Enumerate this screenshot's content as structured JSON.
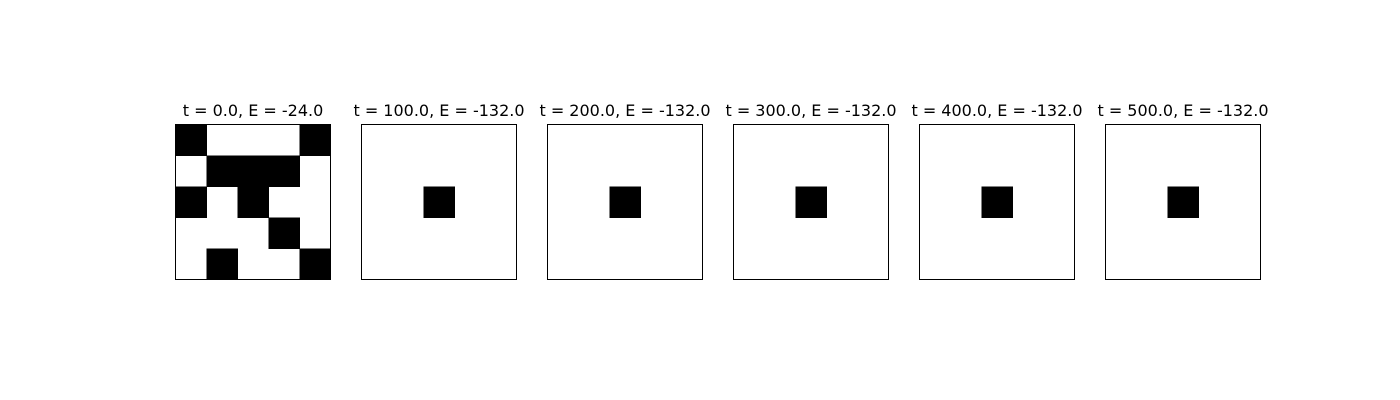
{
  "chart_data": [
    {
      "type": "heatmap",
      "title": "t = 0.0, E = -24.0",
      "colors": {
        "on": "#000000",
        "off": "#ffffff"
      },
      "grid": [
        [
          1,
          0,
          0,
          0,
          1
        ],
        [
          0,
          1,
          1,
          1,
          0
        ],
        [
          1,
          0,
          1,
          0,
          0
        ],
        [
          0,
          0,
          0,
          1,
          0
        ],
        [
          0,
          1,
          0,
          0,
          1
        ]
      ]
    },
    {
      "type": "heatmap",
      "title": "t = 100.0, E = -132.0",
      "colors": {
        "on": "#000000",
        "off": "#ffffff"
      },
      "grid": [
        [
          0,
          0,
          0,
          0,
          0
        ],
        [
          0,
          0,
          0,
          0,
          0
        ],
        [
          0,
          0,
          1,
          0,
          0
        ],
        [
          0,
          0,
          0,
          0,
          0
        ],
        [
          0,
          0,
          0,
          0,
          0
        ]
      ]
    },
    {
      "type": "heatmap",
      "title": "t = 200.0, E = -132.0",
      "colors": {
        "on": "#000000",
        "off": "#ffffff"
      },
      "grid": [
        [
          0,
          0,
          0,
          0,
          0
        ],
        [
          0,
          0,
          0,
          0,
          0
        ],
        [
          0,
          0,
          1,
          0,
          0
        ],
        [
          0,
          0,
          0,
          0,
          0
        ],
        [
          0,
          0,
          0,
          0,
          0
        ]
      ]
    },
    {
      "type": "heatmap",
      "title": "t = 300.0, E = -132.0",
      "colors": {
        "on": "#000000",
        "off": "#ffffff"
      },
      "grid": [
        [
          0,
          0,
          0,
          0,
          0
        ],
        [
          0,
          0,
          0,
          0,
          0
        ],
        [
          0,
          0,
          1,
          0,
          0
        ],
        [
          0,
          0,
          0,
          0,
          0
        ],
        [
          0,
          0,
          0,
          0,
          0
        ]
      ]
    },
    {
      "type": "heatmap",
      "title": "t = 400.0, E = -132.0",
      "colors": {
        "on": "#000000",
        "off": "#ffffff"
      },
      "grid": [
        [
          0,
          0,
          0,
          0,
          0
        ],
        [
          0,
          0,
          0,
          0,
          0
        ],
        [
          0,
          0,
          1,
          0,
          0
        ],
        [
          0,
          0,
          0,
          0,
          0
        ],
        [
          0,
          0,
          0,
          0,
          0
        ]
      ]
    },
    {
      "type": "heatmap",
      "title": "t = 500.0, E = -132.0",
      "colors": {
        "on": "#000000",
        "off": "#ffffff"
      },
      "grid": [
        [
          0,
          0,
          0,
          0,
          0
        ],
        [
          0,
          0,
          0,
          0,
          0
        ],
        [
          0,
          0,
          1,
          0,
          0
        ],
        [
          0,
          0,
          0,
          0,
          0
        ],
        [
          0,
          0,
          0,
          0,
          0
        ]
      ]
    }
  ]
}
